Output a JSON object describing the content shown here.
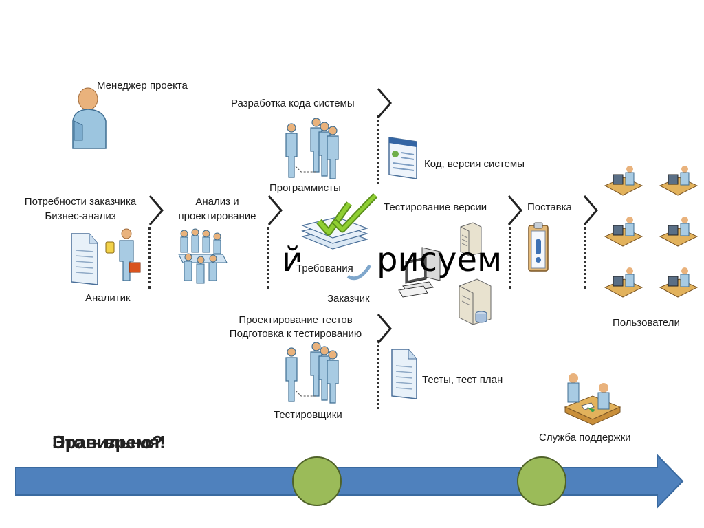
{
  "labels": {
    "manager": "Менеджер проекта",
    "dev_code": "Разработка кода системы",
    "programmers": "Программисты",
    "code_version": "Код, версия системы",
    "needs": "Потребности заказчика",
    "business_analysis": "Бизнес-анализ",
    "analysis_design_1": "Анализ и",
    "analysis_design_2": "проектирование",
    "analyst": "Аналитик",
    "requirements": "Требования",
    "customer": "Заказчик",
    "version_testing": "Тестирование версии",
    "delivery": "Поставка",
    "users": "Пользователи",
    "test_design": "Проектирование тестов",
    "test_prep": "Подготовка к тестированию",
    "testers": "Тестировщики",
    "tests_plan": "Тесты, тест план",
    "support": "Служба поддержки"
  },
  "overlay": {
    "big_text_left": "й",
    "big_text_right": "рисуем",
    "question": "Правильно?",
    "answer": "Это – время!"
  },
  "timeline": {
    "arrow_color": "#4f81bd",
    "arrow_border": "#3a6aa0",
    "marker_color": "#9bbb59",
    "marker_border": "#4f6228"
  }
}
